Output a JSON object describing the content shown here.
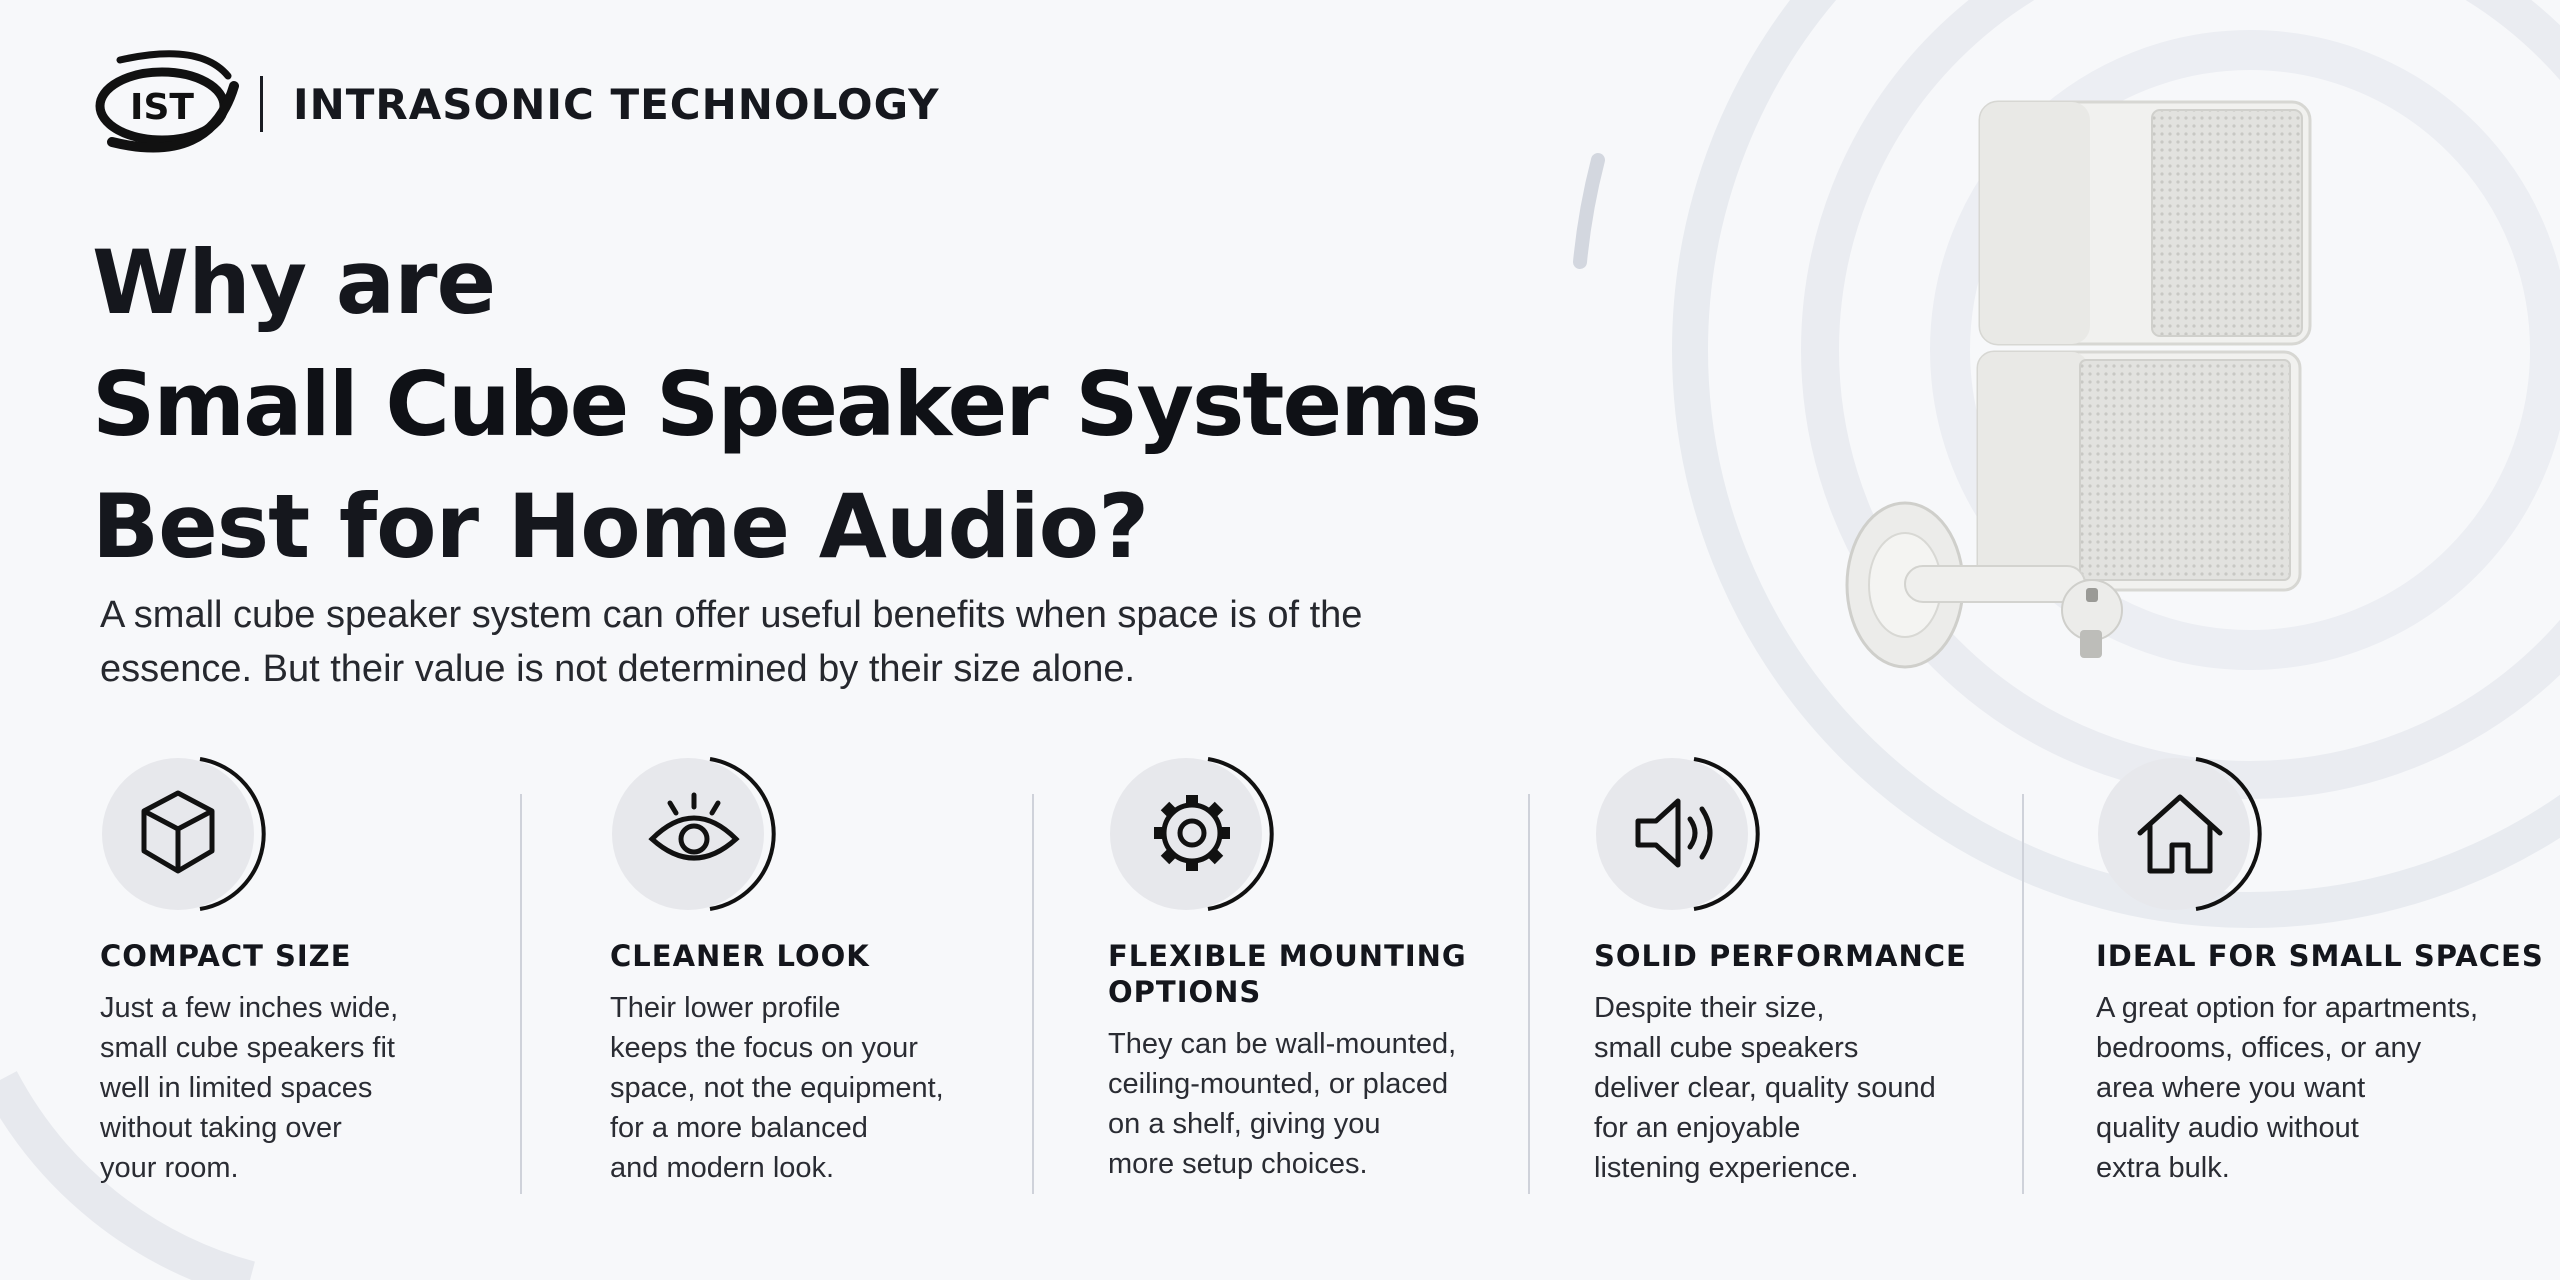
{
  "brand": {
    "logo_text": "IST",
    "name": "INTRASONIC TECHNOLOGY"
  },
  "headline": {
    "line1": "Why are",
    "line2": "Small Cube Speaker Systems",
    "line3": "Best for Home Audio?"
  },
  "intro": "A small cube speaker system can offer useful benefits when space is of the essence. But their value is not determined by their size alone.",
  "features": [
    {
      "icon": "cube-icon",
      "title": "COMPACT SIZE",
      "text": "Just a few inches wide,\nsmall cube speakers fit\nwell in limited spaces\nwithout taking over\nyour room."
    },
    {
      "icon": "eye-icon",
      "title": "CLEANER LOOK",
      "text": "Their lower profile\nkeeps the focus on your\nspace, not the equipment,\nfor a more balanced\nand modern look."
    },
    {
      "icon": "gear-icon",
      "title": "FLEXIBLE MOUNTING OPTIONS",
      "text": "They can be wall-mounted,\nceiling-mounted, or placed\non a shelf, giving you\nmore setup choices."
    },
    {
      "icon": "speaker-volume-icon",
      "title": "SOLID PERFORMANCE",
      "text": "Despite their size,\nsmall cube speakers\ndeliver clear, quality sound\nfor an enjoyable\nlistening experience."
    },
    {
      "icon": "home-icon",
      "title": "IDEAL FOR SMALL SPACES",
      "text": "A great option for apartments,\nbedrooms, offices, or any\narea where you want\nquality audio without\nextra bulk."
    }
  ],
  "colors": {
    "background": "#f7f8fa",
    "text": "#14161c",
    "arc": "#e4e7ee",
    "divider": "#cfd2da",
    "speaker": "#eeeeec"
  }
}
